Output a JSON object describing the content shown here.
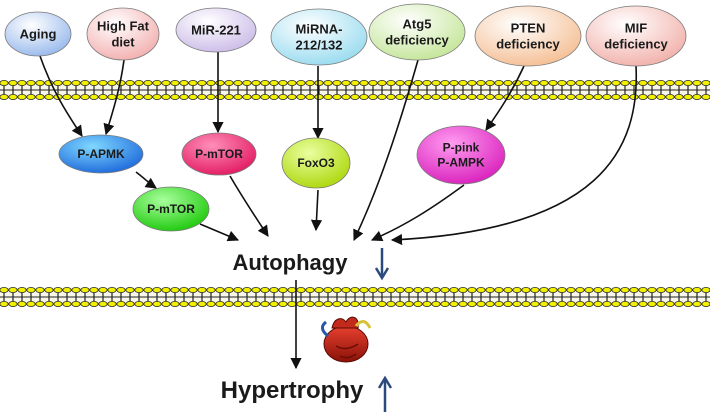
{
  "top_factors": [
    {
      "id": "aging",
      "lines": [
        "Aging"
      ],
      "fill_top": "#ffffff",
      "fill_bottom": "#8fb3ea"
    },
    {
      "id": "high-fat-diet",
      "lines": [
        "High Fat",
        "diet"
      ],
      "fill_top": "#ffffff",
      "fill_bottom": "#f2a8a8"
    },
    {
      "id": "mir-221",
      "lines": [
        "MiR-221"
      ],
      "fill_top": "#ffffff",
      "fill_bottom": "#c7b6e6"
    },
    {
      "id": "mirna-212-132",
      "lines": [
        "MiRNA-",
        "212/132"
      ],
      "fill_top": "#ffffff",
      "fill_bottom": "#8fd8ee"
    },
    {
      "id": "atg5-deficiency",
      "lines": [
        "Atg5",
        "deficiency"
      ],
      "fill_top": "#ffffff",
      "fill_bottom": "#bfe38f"
    },
    {
      "id": "pten-deficiency",
      "lines": [
        "PTEN",
        "deficiency"
      ],
      "fill_top": "#ffffff",
      "fill_bottom": "#f4b98a"
    },
    {
      "id": "mif-deficiency",
      "lines": [
        "MIF",
        "deficiency"
      ],
      "fill_top": "#ffffff",
      "fill_bottom": "#f0a9a2"
    }
  ],
  "mediators": [
    {
      "id": "p-apmk",
      "lines": [
        "P-APMK"
      ],
      "fill_top": "#7fd8ff",
      "fill_bottom": "#1560d8"
    },
    {
      "id": "p-mtor-upper",
      "lines": [
        "P-mTOR"
      ],
      "fill_top": "#ff8fb8",
      "fill_bottom": "#e0105a"
    },
    {
      "id": "foxo3",
      "lines": [
        "FoxO3"
      ],
      "fill_top": "#eaffa0",
      "fill_bottom": "#a8d400"
    },
    {
      "id": "p-pink-p-ampk",
      "lines": [
        "P-pink",
        "P-AMPK"
      ],
      "fill_top": "#ff9cf0",
      "fill_bottom": "#d616b8"
    },
    {
      "id": "p-mtor-lower",
      "lines": [
        "P-mTOR"
      ],
      "fill_top": "#a8ff9c",
      "fill_bottom": "#12c400"
    }
  ],
  "outcomes": {
    "autophagy": {
      "label": "Autophagy",
      "direction": "down"
    },
    "hypertrophy": {
      "label": "Hypertrophy",
      "direction": "up"
    }
  },
  "edges": [
    {
      "from": "aging",
      "to": "p-apmk"
    },
    {
      "from": "high-fat-diet",
      "to": "p-apmk"
    },
    {
      "from": "p-apmk",
      "to": "p-mtor-lower"
    },
    {
      "from": "p-mtor-lower",
      "to": "autophagy"
    },
    {
      "from": "mir-221",
      "to": "p-mtor-upper"
    },
    {
      "from": "p-mtor-upper",
      "to": "autophagy"
    },
    {
      "from": "mirna-212-132",
      "to": "foxo3"
    },
    {
      "from": "foxo3",
      "to": "autophagy"
    },
    {
      "from": "atg5-deficiency",
      "to": "autophagy"
    },
    {
      "from": "pten-deficiency",
      "to": "p-pink-p-ampk"
    },
    {
      "from": "p-pink-p-ampk",
      "to": "autophagy"
    },
    {
      "from": "mif-deficiency",
      "to": "autophagy"
    },
    {
      "from": "autophagy",
      "to": "hypertrophy"
    }
  ],
  "colors": {
    "membrane_head": "#f2f000",
    "membrane_tail": "#222222",
    "arrow": "#111111",
    "indicator_arrow": "#2c4a7c"
  },
  "icons": [
    "heart-icon",
    "membrane-top",
    "membrane-bottom"
  ]
}
